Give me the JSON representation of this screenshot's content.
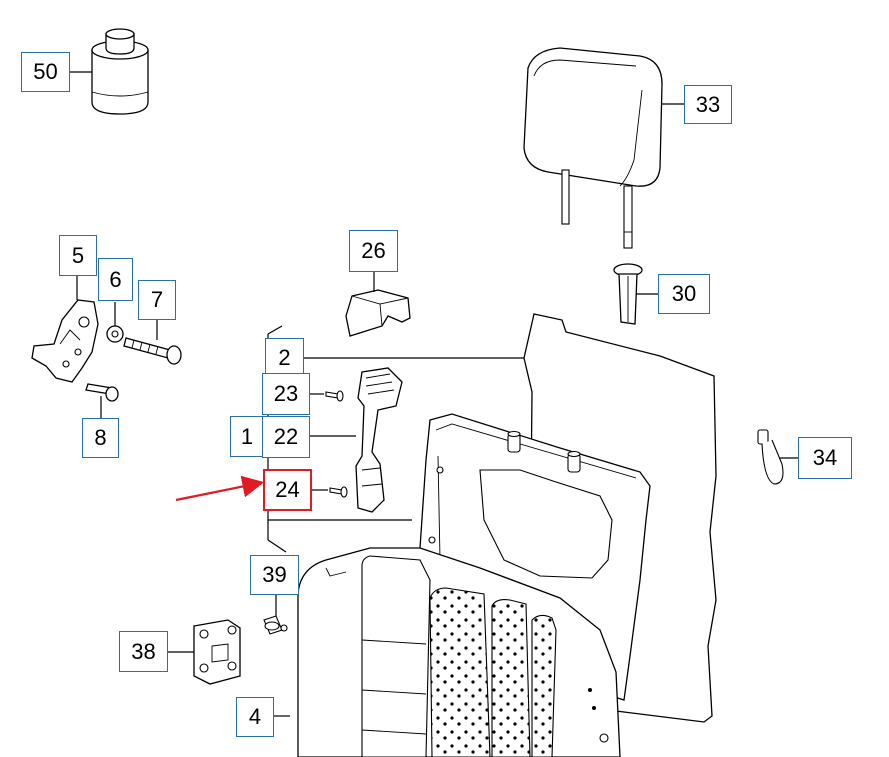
{
  "callouts": [
    {
      "id": "50",
      "text": "50"
    },
    {
      "id": "33",
      "text": "33"
    },
    {
      "id": "5",
      "text": "5"
    },
    {
      "id": "6",
      "text": "6"
    },
    {
      "id": "7",
      "text": "7"
    },
    {
      "id": "8",
      "text": "8"
    },
    {
      "id": "26",
      "text": "26"
    },
    {
      "id": "30",
      "text": "30"
    },
    {
      "id": "2",
      "text": "2"
    },
    {
      "id": "23",
      "text": "23"
    },
    {
      "id": "1",
      "text": "1"
    },
    {
      "id": "22",
      "text": "22"
    },
    {
      "id": "24",
      "text": "24"
    },
    {
      "id": "34",
      "text": "34"
    },
    {
      "id": "39",
      "text": "39"
    },
    {
      "id": "38",
      "text": "38"
    },
    {
      "id": "4",
      "text": "4"
    }
  ],
  "highlighted_callout": "24",
  "colors": {
    "callout_border": "#2a6fa6",
    "highlight": "#e11b22",
    "line": "#000000"
  }
}
